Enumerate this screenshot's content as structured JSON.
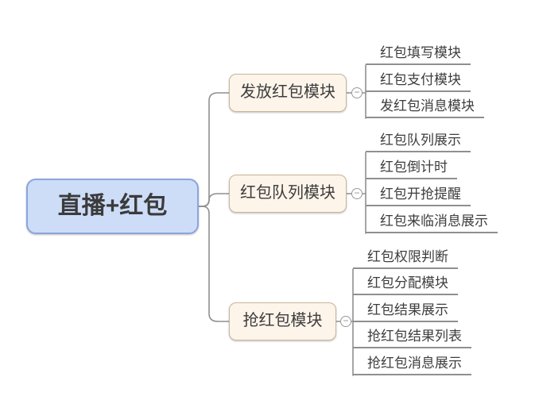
{
  "mindmap": {
    "root": {
      "label": "直播+红包"
    },
    "toggle_glyph": "−",
    "branches": [
      {
        "label": "发放红包模块",
        "collapsed": false,
        "children": [
          "红包填写模块",
          "红包支付模块",
          "发红包消息模块"
        ]
      },
      {
        "label": "红包队列模块",
        "collapsed": false,
        "children": [
          "红包队列展示",
          "红包倒计时",
          "红包开抢提醒",
          "红包来临消息展示"
        ]
      },
      {
        "label": "抢红包模块",
        "collapsed": false,
        "children": [
          "红包权限判断",
          "红包分配模块",
          "红包结果展示",
          "抢红包结果列表",
          "抢红包消息展示"
        ]
      }
    ],
    "colors": {
      "background": "#ffffff",
      "root_fill": "#cddcf7",
      "root_border": "#8aa6db",
      "branch_fill": "#fdf4ea",
      "branch_border": "#c9b69c",
      "connector_line": "#8f8f8f",
      "leaf_underline": "#8f8f8f",
      "text": "#3d3d3d"
    }
  }
}
